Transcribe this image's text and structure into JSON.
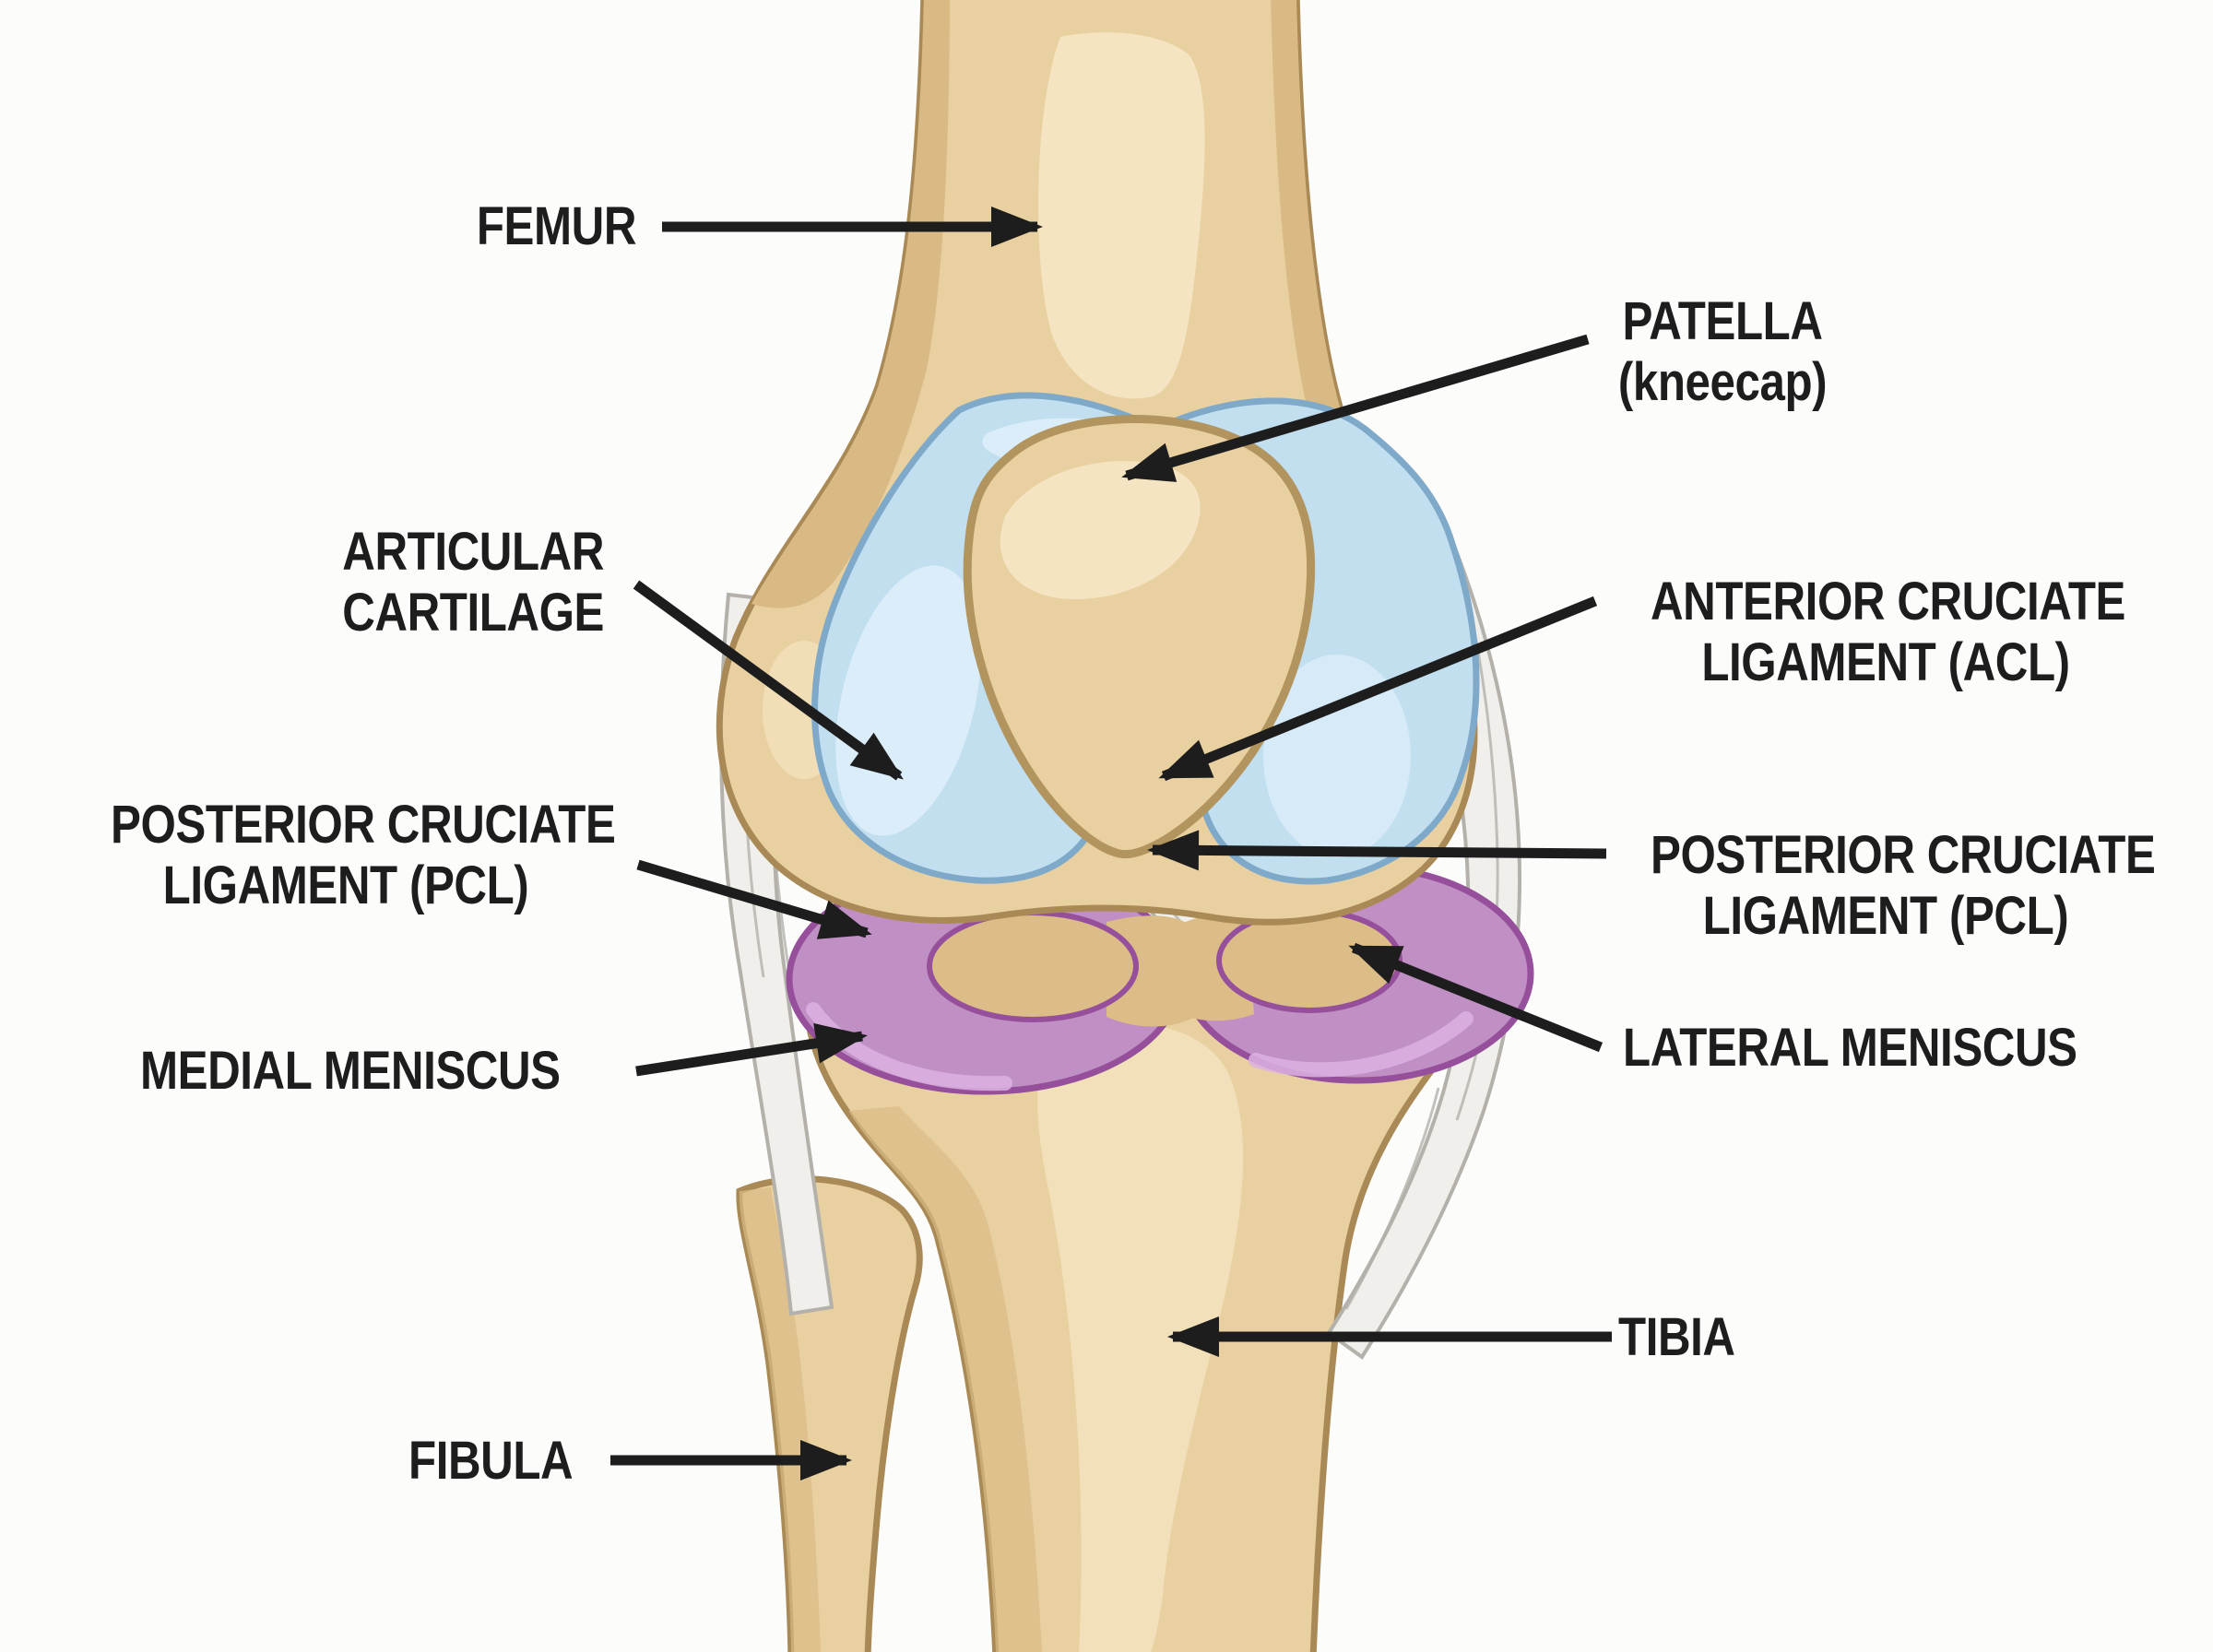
{
  "labels": {
    "femur": {
      "text": "FEMUR"
    },
    "patella": {
      "line1": "PATELLA",
      "line2": "(kneecap)"
    },
    "articular_cartilage": {
      "line1": "ARTICULAR",
      "line2": "CARTILAGE"
    },
    "acl": {
      "line1": "ANTERIOR CRUCIATE",
      "line2": "LIGAMENT (ACL)"
    },
    "pcl_left": {
      "line1": "POSTERIOR CRUCIATE",
      "line2": "LIGAMENT (PCL)"
    },
    "pcl_right": {
      "line1": "POSTERIOR CRUCIATE",
      "line2": "LIGAMENT (PCL)"
    },
    "medial_meniscus": {
      "text": "MEDIAL MENISCUS"
    },
    "lateral_meniscus": {
      "text": "LATERAL MENISCUS"
    },
    "tibia": {
      "text": "TIBIA"
    },
    "fibula": {
      "text": "FIBULA"
    }
  },
  "colors": {
    "background": "#fcfcfb",
    "ink": "#1d1d1d",
    "bone": "#e9d0a1",
    "bone_light": "#f4e4c1",
    "bone_shadow": "#d9ba84",
    "bone_outline": "#a98a56",
    "cartilage": "#c2dff0",
    "cartilage_light": "#ddeefa",
    "cartilage_outline": "#7fa9c9",
    "meniscus": "#c08fc4",
    "meniscus_light": "#dcb2e2",
    "meniscus_outline": "#964f9b",
    "meniscus_core": "#dcbd88",
    "ligament": "#f1efec",
    "ligament_shade": "#b4b1ab"
  }
}
